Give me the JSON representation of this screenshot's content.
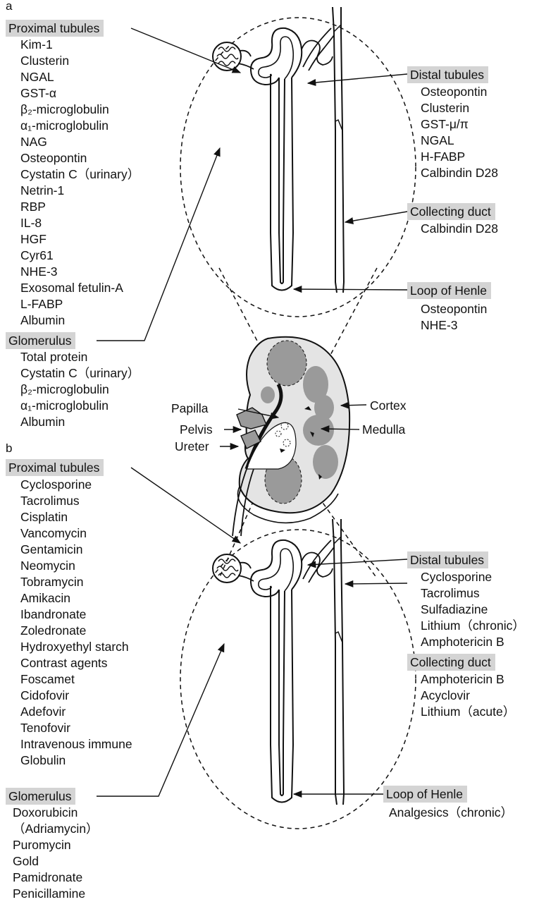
{
  "panel_a": {
    "letter": "a",
    "proximal": {
      "title": "Proximal tubules",
      "items": [
        "Kim-1",
        "Clusterin",
        "NGAL",
        "GST-α",
        "β₂-microglobulin",
        "α₁-microglobulin",
        "NAG",
        "Osteopontin",
        "Cystatin C（urinary）",
        "Netrin-1",
        "RBP",
        "IL-8",
        "HGF",
        "Cyr61",
        "NHE-3",
        "Exosomal fetulin-A",
        "L-FABP",
        "Albumin"
      ]
    },
    "glomerulus": {
      "title": "Glomerulus",
      "items": [
        "Total protein",
        "Cystatin C（urinary）",
        "β₂-microglobulin",
        "α₁-microglobulin",
        "Albumin"
      ]
    },
    "distal": {
      "title": "Distal tubules",
      "items": [
        "Osteopontin",
        "Clusterin",
        "GST-μ/π",
        "NGAL",
        "H-FABP",
        "Calbindin D28"
      ]
    },
    "collecting": {
      "title": "Collecting duct",
      "items": [
        "Calbindin D28"
      ]
    },
    "henle": {
      "title": "Loop of Henle",
      "items": [
        "Osteopontin",
        "NHE-3"
      ]
    }
  },
  "kidney": {
    "papilla": "Papilla",
    "pelvis": "Pelvis",
    "ureter": "Ureter",
    "cortex": "Cortex",
    "medulla": "Medulla"
  },
  "panel_b": {
    "letter": "b",
    "proximal": {
      "title": "Proximal tubules",
      "items": [
        "Cyclosporine",
        "Tacrolimus",
        "Cisplatin",
        "Vancomycin",
        "Gentamicin",
        "Neomycin",
        "Tobramycin",
        "Amikacin",
        "Ibandronate",
        "Zoledronate",
        "Hydroxyethyl starch",
        "Contrast agents",
        "Foscamet",
        "Cidofovir",
        "Adefovir",
        "Tenofovir",
        "Intravenous immune",
        "Globulin"
      ]
    },
    "glomerulus": {
      "title": "Glomerulus",
      "items": [
        "Doxorubicin",
        "（Adriamycin）",
        "Puromycin",
        "Gold",
        "Pamidronate",
        "Penicillamine"
      ]
    },
    "distal": {
      "title": "Distal tubules",
      "items": [
        "Cyclosporine",
        "Tacrolimus",
        "Sulfadiazine",
        "Lithium（chronic）",
        "Amphotericin B"
      ]
    },
    "collecting": {
      "title": "Collecting duct",
      "items": [
        "Amphotericin B",
        "Acyclovir",
        "Lithium（acute）"
      ]
    },
    "henle": {
      "title": "Loop of Henle",
      "items": [
        "Analgesics（chronic）"
      ]
    }
  },
  "colors": {
    "header_bg": "#d4d4d4",
    "kidney_medulla": "#9a9a9a",
    "kidney_cortex": "#e4e4e4",
    "line": "#111111"
  }
}
